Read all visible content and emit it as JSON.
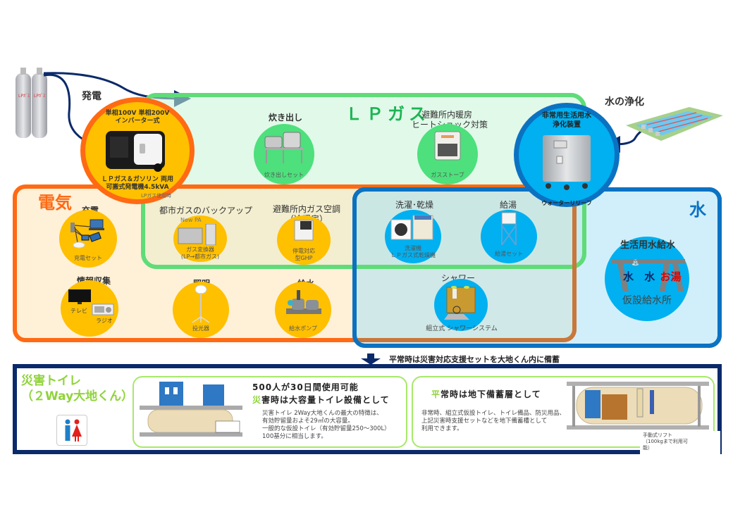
{
  "top_labels": {
    "hatsuden": "発電",
    "mizu_no_joka": "水の浄化"
  },
  "regions": {
    "lpgas": {
      "title": "ＬＰガス",
      "color": "#5fdc78",
      "title_color": "#1cb454"
    },
    "denki": {
      "title": "電気",
      "color": "#ff6a13"
    },
    "mizu": {
      "title": "水",
      "color": "#0b72c2"
    }
  },
  "generator": {
    "line1": "単相100V 単相200V",
    "line2": "インバーター式",
    "line3": "ＬＰガス＆ガソリン 両用",
    "line4": "可搬式発電機4.5kVA",
    "note": "LPガス使用時"
  },
  "purifier": {
    "line1": "非常用生活用水",
    "line2": "浄化装置",
    "caption": "ウォーターリリーフ"
  },
  "items": {
    "takidashi": {
      "title": "炊き出し",
      "caption": "炊き出しセット"
    },
    "danbou": {
      "title1": "避難所内暖房",
      "title2": "ヒートショック対策",
      "caption": "ガスストーブ"
    },
    "toshigas": {
      "title": "都市ガスのバックアップ",
      "tag": "New PA",
      "caption1": "ガス変換器",
      "caption2": "(LP→都市ガス)"
    },
    "kuchou": {
      "title1": "避難所内ガス空調",
      "title2": "（冷暖房）",
      "caption1": "停電対応",
      "caption2": "型GHP"
    },
    "sentaku": {
      "title": "洗濯･乾燥",
      "caption1": "洗濯機",
      "caption2": "ＬＰガス式乾燥機"
    },
    "kyuto": {
      "title": "給湯",
      "caption": "給湯セット"
    },
    "juden": {
      "title": "充電",
      "caption": "充電セット"
    },
    "joho": {
      "title": "情報収集",
      "caption_tv": "テレビ",
      "caption_radio": "ラジオ"
    },
    "shomei": {
      "title": "照明",
      "caption": "投光器"
    },
    "kyusui": {
      "title": "給水",
      "caption": "給水ポンプ"
    },
    "shower": {
      "title": "シャワー",
      "caption": "組立式 シャワーシステム"
    },
    "seikatsu": {
      "title": "生活用水給水",
      "tap1": "水",
      "tap2": "水",
      "tap3": "お湯",
      "caption": "仮設給水所"
    }
  },
  "arrow_note": "平常時は災害対応支援セットを大地くん内に備蓄",
  "bottom": {
    "title1": "災害トイレ",
    "title2": "（２Way大地くん）",
    "box1": {
      "heading1": "500人が30日間使用可能",
      "heading2_accent": "災",
      "heading2_rest": "害時は大容量トイレ設備として",
      "body": [
        "災害トイレ 2Way大地くんの最大の特徴は、",
        "有効貯留量およそ29㎥の大容量。",
        "一般的な仮設トイレ（有効貯留量250～300L）",
        "100基分に相当します。"
      ]
    },
    "box2": {
      "heading_accent": "平",
      "heading_rest": "常時は地下備蓄層として",
      "body": [
        "非常時、組立式仮設トイレ、トイレ備品、防災用品、",
        "上記災害時支援セットなどを地下備蓄槽として",
        "利用できます。"
      ],
      "lift_note": [
        "手動式リフト",
        "（100kgまで利用可",
        "能）"
      ]
    }
  },
  "colors": {
    "accent_green": "#8fd33a",
    "navy": "#0a2a6a",
    "yellow": "#ffc000",
    "blue": "#00b0f0",
    "red_text": "#e00000"
  }
}
